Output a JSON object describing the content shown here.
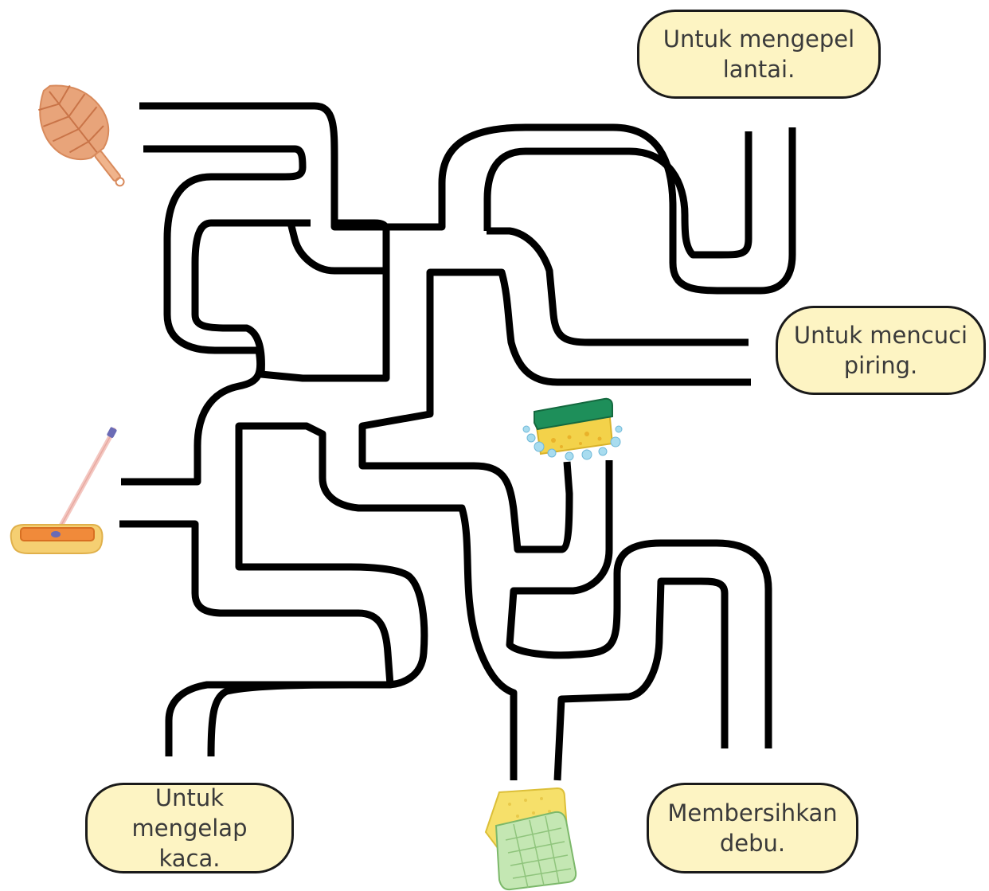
{
  "labels": {
    "mop_floor": "Untuk mengepel\nlantai.",
    "wash_dishes": "Untuk mencuci\npiring.",
    "wipe_glass": "Untuk mengelap\nkaca.",
    "clean_dust": "Membersihkan\ndebu."
  },
  "items": {
    "feather_duster": "feather-duster-icon",
    "floor_mop": "floor-mop-icon",
    "dish_sponge": "dish-sponge-icon",
    "cleaning_cloths": "cleaning-cloth-icon"
  },
  "colors": {
    "maze_stroke": "#000000",
    "label_fill": "#fdf4c3",
    "label_border": "#1a1a1a",
    "text": "#3a3a3a"
  }
}
